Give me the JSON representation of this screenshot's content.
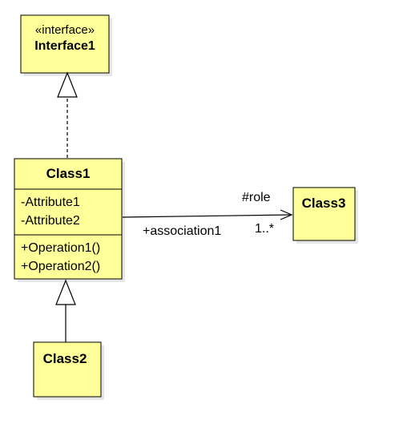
{
  "diagram": {
    "interface1": {
      "stereotype": "«interface»",
      "name": "Interface1"
    },
    "class1": {
      "name": "Class1",
      "attributes": [
        "-Attribute1",
        "-Attribute2"
      ],
      "operations": [
        "+Operation1()",
        "+Operation2()"
      ]
    },
    "class2": {
      "name": "Class2"
    },
    "class3": {
      "name": "Class3"
    },
    "association": {
      "name": "+association1",
      "role": "#role",
      "multiplicity": "1..*"
    }
  },
  "colors": {
    "class_fill": "#ffff99",
    "stroke": "#000000",
    "shadow": "#e6e6e6"
  }
}
